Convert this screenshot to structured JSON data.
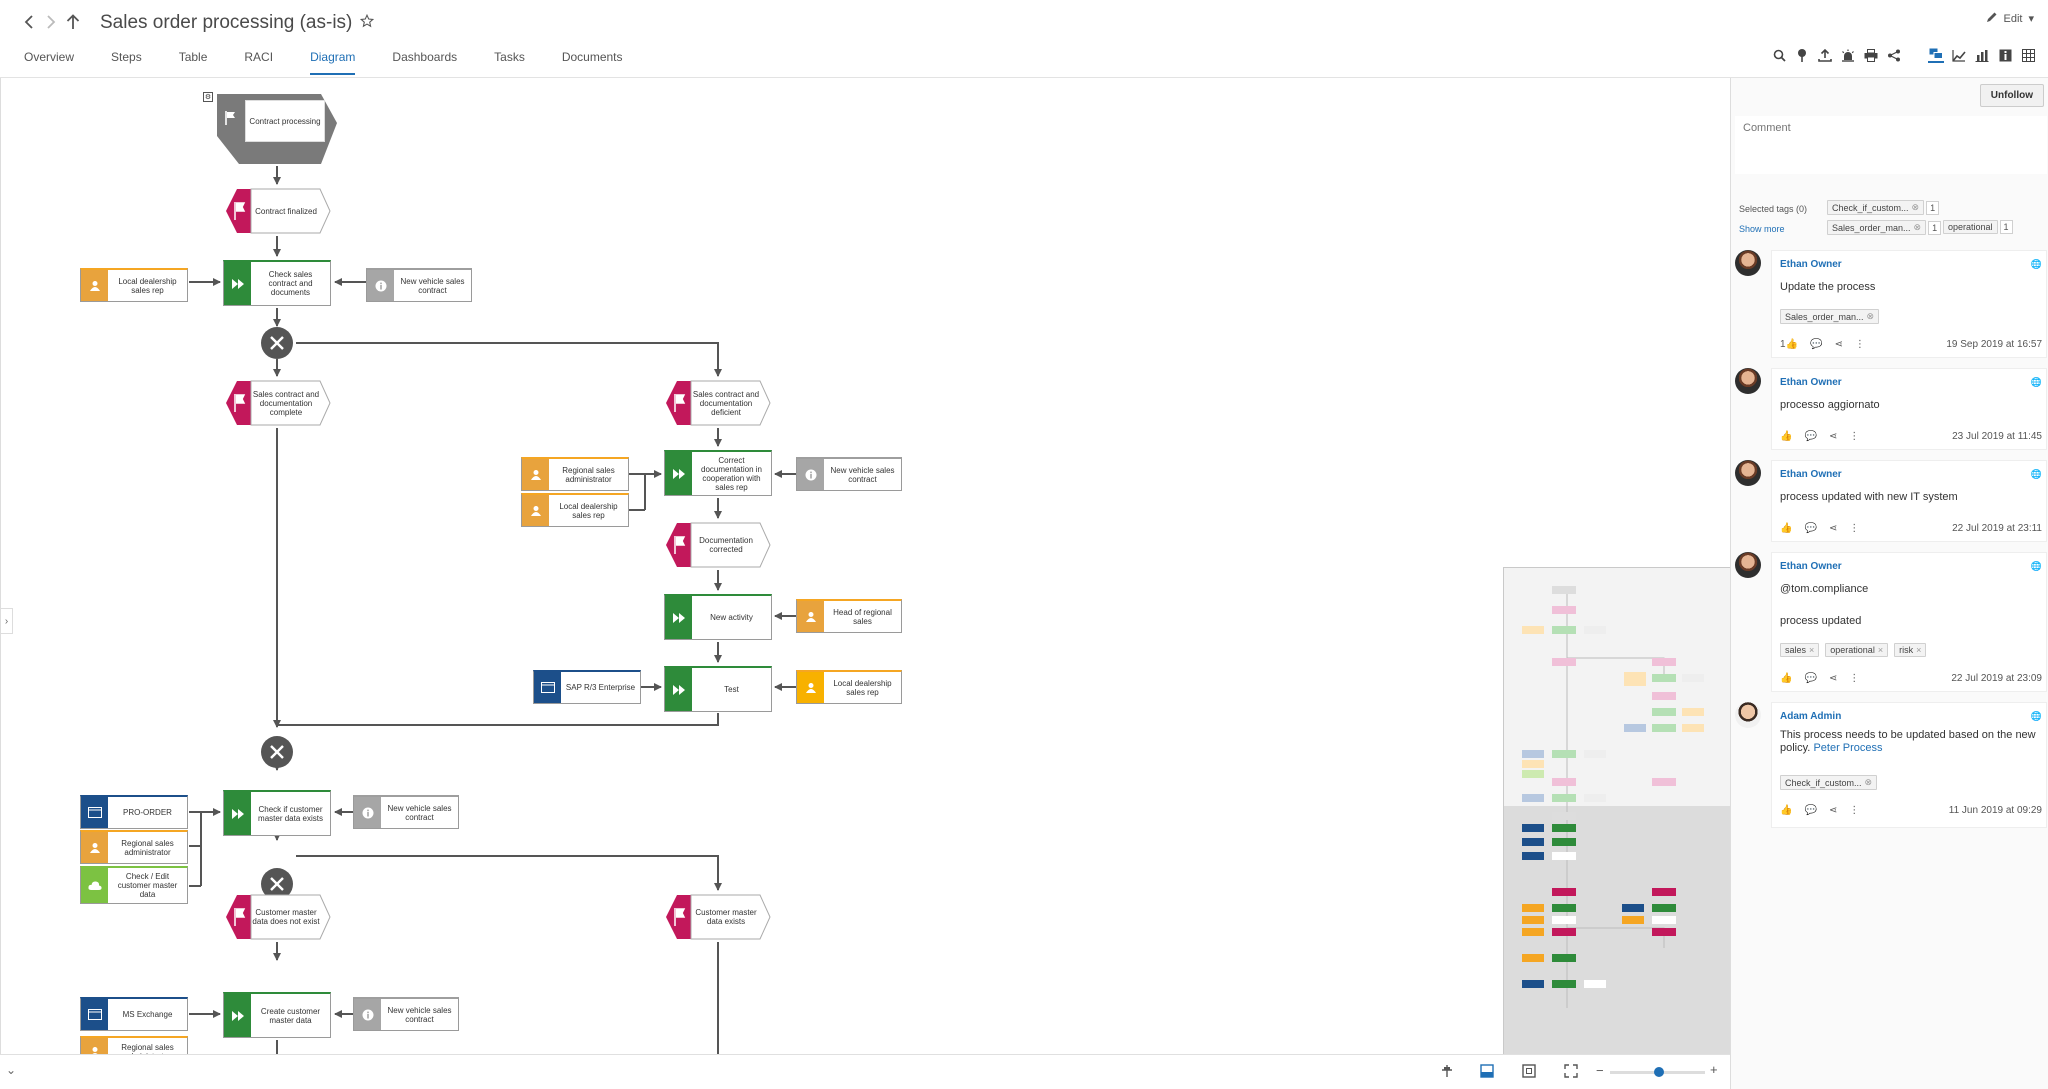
{
  "header": {
    "title": "Sales order processing (as-is)",
    "edit_label": "Edit"
  },
  "tabs": [
    {
      "label": "Overview"
    },
    {
      "label": "Steps"
    },
    {
      "label": "Table"
    },
    {
      "label": "RACI"
    },
    {
      "label": "Diagram",
      "active": true
    },
    {
      "label": "Dashboards"
    },
    {
      "label": "Tasks"
    },
    {
      "label": "Documents"
    }
  ],
  "toolbar_icons": [
    "search-icon",
    "pin-icon",
    "upload-icon",
    "alarm-icon",
    "print-icon",
    "share-icon",
    "comments-icon",
    "chart-add-icon",
    "bar-chart-icon",
    "info-icon",
    "grid-icon"
  ],
  "colors": {
    "function": "#2e8b3a",
    "event": "#c2185b",
    "org": "#e8a33d",
    "org_bright": "#f8b100",
    "info": "#a6a6a6",
    "system": "#1c4f8a",
    "itsystem": "#7cc242",
    "connector": "#555555",
    "accent": "#1f6fb5"
  },
  "diagram": {
    "start": {
      "label": "Contract processing"
    },
    "events": {
      "contract_finalized": "Contract finalized",
      "complete": "Sales contract and documentation complete",
      "deficient": "Sales contract and documentation deficient",
      "doc_corrected": "Documentation corrected",
      "no_master": "Customer master data does not exist",
      "master_exists": "Customer master data exists"
    },
    "functions": {
      "check_contract": "Check sales contract and documents",
      "correct_doc": "Correct documentation in cooperation with sales rep",
      "new_activity": "New activity",
      "test": "Test",
      "check_master": "Check if customer master data exists",
      "create_master": "Create customer master data"
    },
    "orgs": {
      "local_rep_1": "Local dealership sales rep",
      "regional_admin_1": "Regional sales administrator",
      "local_rep_2": "Local dealership sales rep",
      "head_regional": "Head of regional sales",
      "local_rep_3": "Local dealership sales rep",
      "regional_admin_2": "Regional sales administrator",
      "regional_admin_3": "Regional sales administrator"
    },
    "infos": {
      "nvc1": "New vehicle sales contract",
      "nvc2": "New vehicle sales contract",
      "nvc3": "New vehicle sales contract",
      "nvc4": "New vehicle sales contract"
    },
    "systems": {
      "sap": "SAP R/3 Enterprise",
      "pro_order": "PRO-ORDER",
      "ms_exchange": "MS Exchange"
    },
    "it_systems": {
      "check_edit": "Check / Edit customer master data"
    }
  },
  "panel": {
    "unfollow_label": "Unfollow",
    "comment_placeholder": "Comment",
    "selected_tags_label": "Selected tags (0)",
    "show_more_label": "Show more",
    "tags": [
      {
        "name": "Check_if_custom...",
        "count": "1"
      },
      {
        "name": "Sales_order_man...",
        "count": "1"
      },
      {
        "name": "operational",
        "count": "1"
      }
    ],
    "comments": [
      {
        "author": "Ethan Owner",
        "text": "Update the process",
        "tags": [
          "Sales_order_man..."
        ],
        "likes": "1",
        "date": "19 Sep 2019 at 16:57"
      },
      {
        "author": "Ethan Owner",
        "text": "processo aggiornato",
        "tags": [],
        "likes": "",
        "date": "23 Jul 2019 at 11:45"
      },
      {
        "author": "Ethan Owner",
        "text": "process updated with new IT system",
        "tags": [],
        "likes": "",
        "date": "22 Jul 2019 at 23:11"
      },
      {
        "author": "Ethan Owner",
        "text": "@tom.compliance",
        "text2": "process updated",
        "tags": [
          "sales",
          "operational",
          "risk"
        ],
        "likes": "",
        "date": "22 Jul 2019 at 23:09"
      },
      {
        "author": "Adam Admin",
        "text": "This process needs to be updated based on the new policy.",
        "mention": "Peter Process",
        "tags": [
          "Check_if_custom..."
        ],
        "likes": "",
        "date": "11 Jun 2019 at 09:29"
      }
    ]
  }
}
